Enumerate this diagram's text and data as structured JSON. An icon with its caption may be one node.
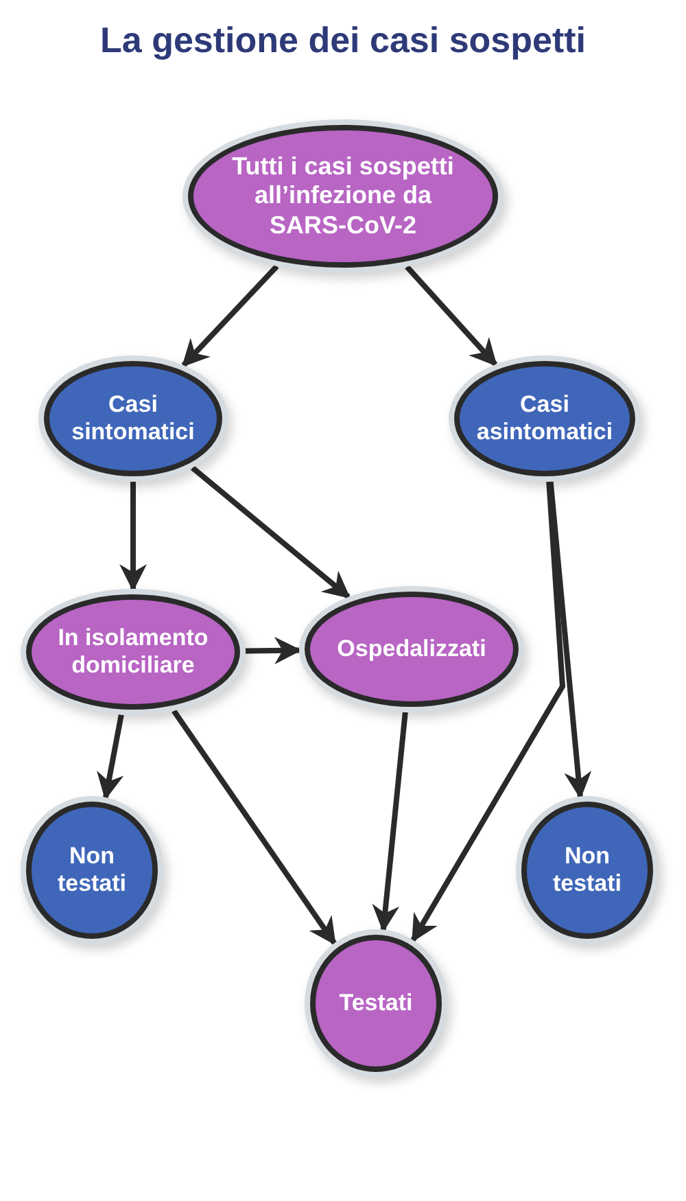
{
  "diagram": {
    "title": "La gestione dei casi sospetti",
    "nodes": [
      {
        "text": [
          "Tutti i casi sospetti all’infezione da SARS-CoV-2"
        ]
      },
      {
        "text": [
          "Casi sintomatici"
        ]
      },
      {
        "text": [
          "Casi asintomatici"
        ]
      },
      {
        "text": [
          "In isolamento domiciliare"
        ]
      },
      {
        "text": [
          "Ospedalizzati"
        ]
      },
      {
        "text": [
          "Non testati"
        ]
      },
      {
        "text": [
          "Non testati"
        ]
      },
      {
        "text": [
          "Testati"
        ]
      }
    ],
    "edges": [
      {
        "from": 0,
        "to": 1,
        "arrow": "to"
      },
      {
        "from": 0,
        "to": 2,
        "arrow": "to"
      },
      {
        "from": 1,
        "to": 3,
        "arrow": "to"
      },
      {
        "from": 1,
        "to": 4,
        "arrow": "to"
      },
      {
        "from": 3,
        "to": 4,
        "arrow": "to"
      },
      {
        "from": 3,
        "to": 5,
        "arrow": "to"
      },
      {
        "from": 3,
        "to": 7,
        "arrow": "to"
      },
      {
        "from": 4,
        "to": 7,
        "arrow": "to"
      },
      {
        "from": 2,
        "to": 6,
        "arrow": "to"
      },
      {
        "from": 2,
        "to": 7,
        "arrow": "to"
      }
    ]
  }
}
